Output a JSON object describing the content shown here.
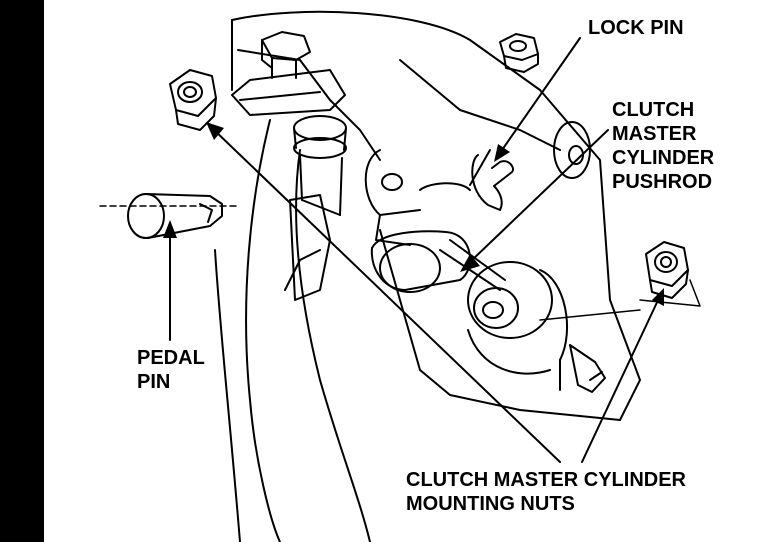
{
  "labels": {
    "lock_pin": "LOCK PIN",
    "pushrod": [
      "CLUTCH",
      "MASTER",
      "CYLINDER",
      "PUSHROD"
    ],
    "pedal_pin": [
      "PEDAL",
      "PIN"
    ],
    "mounting_nuts": [
      "CLUTCH MASTER CYLINDER",
      "MOUNTING NUTS"
    ]
  },
  "colors": {
    "ink": "#000000",
    "paper": "#ffffff"
  }
}
